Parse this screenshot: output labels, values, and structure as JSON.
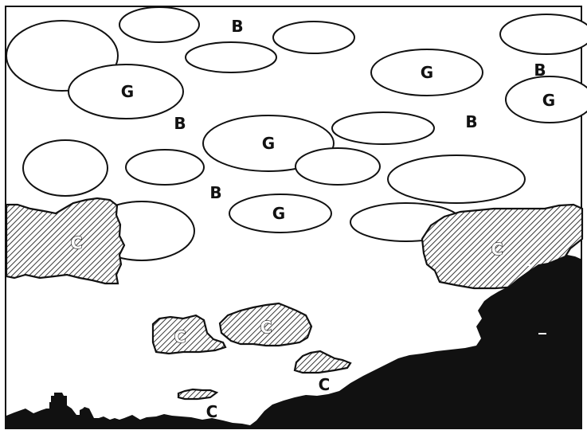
{
  "colors": {
    "background": "#ffffff",
    "ink": "#111111",
    "hatch": "#222222"
  },
  "labels": {
    "G": "G",
    "B": "B",
    "C": "C"
  }
}
